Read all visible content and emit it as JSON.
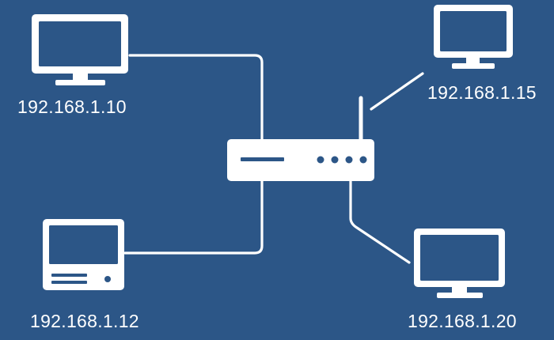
{
  "diagram": {
    "background_color": "#2c5687",
    "line_color": "#ffffff",
    "router": {
      "icon": "router-icon",
      "indicator_light_count": 4
    },
    "devices": [
      {
        "id": "pc1",
        "kind": "desktop-monitor",
        "icon": "monitor-icon",
        "ip": "192.168.1.10",
        "connection": "wired"
      },
      {
        "id": "pc2",
        "kind": "desktop-monitor",
        "icon": "monitor-icon",
        "ip": "192.168.1.15",
        "connection": "wireless"
      },
      {
        "id": "pc3",
        "kind": "desktop-computer",
        "icon": "computer-tower-icon",
        "ip": "192.168.1.12",
        "connection": "wired"
      },
      {
        "id": "pc4",
        "kind": "desktop-monitor",
        "icon": "monitor-icon",
        "ip": "192.168.1.20",
        "connection": "wired"
      }
    ]
  }
}
